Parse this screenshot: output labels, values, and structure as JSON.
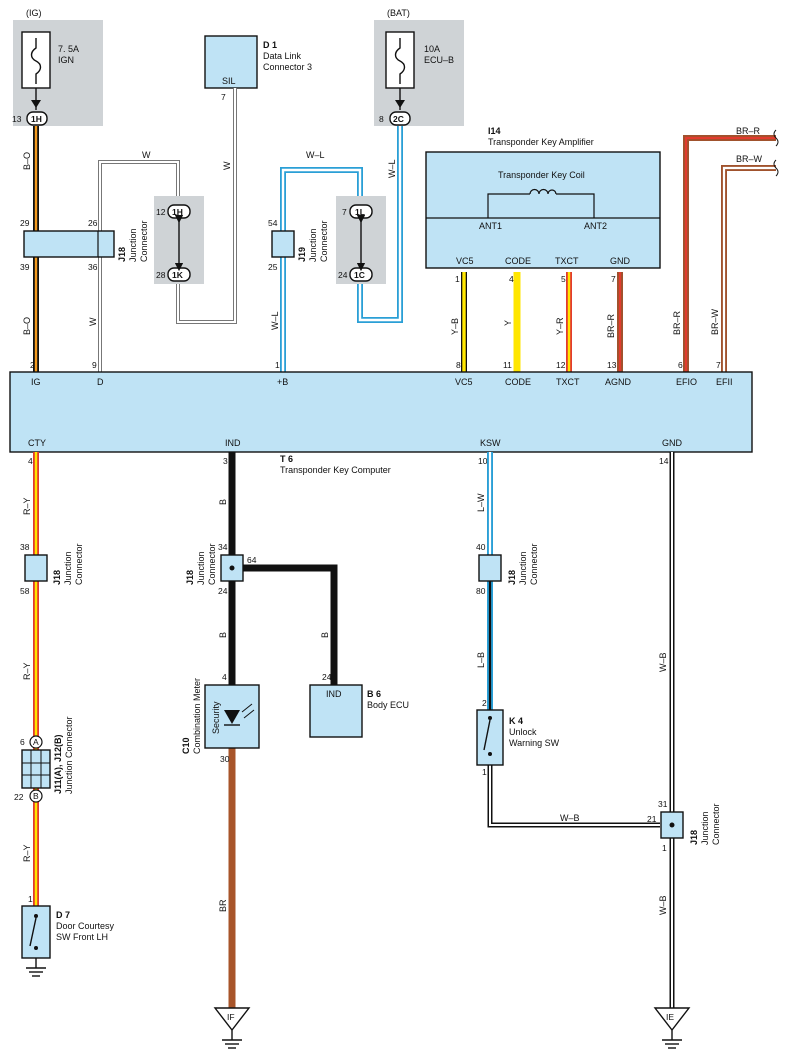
{
  "fuses": {
    "ig": {
      "source": "(IG)",
      "rating": "7. 5A",
      "name": "IGN",
      "pin": "13",
      "connector": "1H"
    },
    "bat": {
      "source": "(BAT)",
      "rating": "10A",
      "name": "ECU–B",
      "pin": "8",
      "connector": "2C"
    }
  },
  "d1": {
    "id": "D 1",
    "name1": "Data Link",
    "name2": "Connector 3",
    "term": "SIL",
    "pin": "7"
  },
  "i14": {
    "id": "I14",
    "name": "Transponder Key Amplifier",
    "coil": "Transponder Key Coil",
    "ant1": "ANT1",
    "ant2": "ANT2",
    "terms": [
      "VC5",
      "CODE",
      "TXCT",
      "GND"
    ],
    "pins": [
      "1",
      "4",
      "5",
      "7"
    ]
  },
  "t6": {
    "id": "T 6",
    "name": "Transponder Key Computer",
    "top_terms": [
      "IG",
      "D",
      "+B",
      "VC5",
      "CODE",
      "TXCT",
      "AGND",
      "EFIO",
      "EFII"
    ],
    "top_pins": [
      "2",
      "9",
      "1",
      "8",
      "11",
      "12",
      "13",
      "6",
      "7"
    ],
    "bottom_terms": [
      "CTY",
      "IND",
      "KSW",
      "GND"
    ],
    "bottom_pins": [
      "4",
      "3",
      "10",
      "14"
    ]
  },
  "j18_top": {
    "id": "J18",
    "name1": "Junction",
    "name2": "Connector",
    "pins": [
      "29",
      "39",
      "26",
      "36"
    ]
  },
  "j18_small": {
    "pins": [
      "12",
      "28"
    ],
    "labels": [
      "1H",
      "1K"
    ]
  },
  "j19": {
    "id": "J19",
    "name1": "Junction",
    "name2": "Connector",
    "pins": [
      "54",
      "25"
    ]
  },
  "j19_small": {
    "pins": [
      "7",
      "24"
    ],
    "labels": [
      "1L",
      "1C"
    ]
  },
  "j18_cty": {
    "id": "J18",
    "name1": "Junction",
    "name2": "Connector",
    "pins": [
      "38",
      "58"
    ]
  },
  "j18_ind": {
    "id": "J18",
    "name1": "Junction",
    "name2": "Connector",
    "pins": [
      "34",
      "24",
      "64"
    ]
  },
  "j18_ksw": {
    "id": "J18",
    "name1": "Junction",
    "name2": "Connector",
    "pins": [
      "40",
      "80"
    ]
  },
  "j18_gnd": {
    "id": "J18",
    "name1": "Junction",
    "name2": "Connector",
    "pins": [
      "31",
      "21",
      "1"
    ]
  },
  "j11": {
    "id": "J11(A), J12(B)",
    "name": "Junction Connector",
    "a": "A",
    "b": "B",
    "pins": [
      "6",
      "22"
    ]
  },
  "c10": {
    "id": "C10",
    "name": "Combination Meter",
    "term": "Security",
    "pins": [
      "4",
      "30"
    ]
  },
  "b6": {
    "id": "B 6",
    "name": "Body ECU",
    "term": "IND",
    "pin": "24"
  },
  "k4": {
    "id": "K 4",
    "name1": "Unlock",
    "name2": "Warning SW",
    "pins": [
      "2",
      "1"
    ]
  },
  "d7": {
    "id": "D 7",
    "name1": "Door Courtesy",
    "name2": "SW Front LH",
    "pin": "1"
  },
  "grounds": {
    "if": "IF",
    "ie": "IE"
  },
  "wires": {
    "ig_upper": "B–O",
    "ig_lower": "B–O",
    "d_upper": "W",
    "d_lower": "W",
    "d1": "W",
    "b_upper": "W–L",
    "b_lower": "W–L",
    "bat": "W–L",
    "vc5": "Y–B",
    "code": "Y",
    "txct": "Y–R",
    "agnd": "BR–R",
    "efio": "BR–R",
    "efii": "BR–W",
    "efio_ext": "BR–R",
    "efii_ext": "BR–W",
    "cty1": "R–Y",
    "cty2": "R–Y",
    "cty3": "R–Y",
    "ind1": "B",
    "ind2": "B",
    "ind_b6": "B",
    "c10_gnd": "BR",
    "ksw1": "L–W",
    "ksw2": "L–B",
    "k4_gnd": "W–B",
    "gnd1": "W–B",
    "gnd2": "W–B"
  },
  "colors": {
    "box": "#bfe3f5",
    "fuse_bg": "#cfd3d6"
  }
}
